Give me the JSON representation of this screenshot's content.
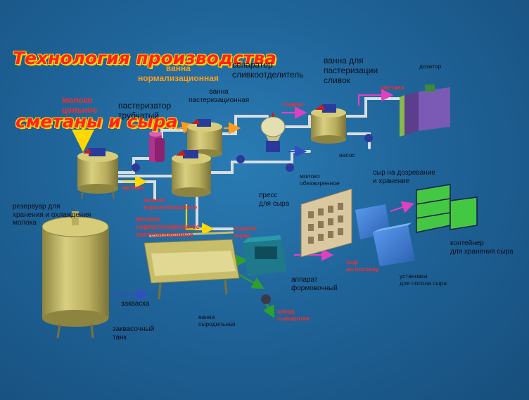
{
  "title": {
    "line1": "Технология производства",
    "line2": "сметаны и сыра"
  },
  "labels": {
    "milk_whole": "молоко\nцельное",
    "pasteurizer_tubular": "пастеризатор\nтрубчатый",
    "normalization_bath": "ванна\nнормализационная",
    "pasteurization_bath": "ванна\nпастеризационная",
    "separator": "сепаратор\nсливкоотделитель",
    "cream_pasteurization_bath": "ванна для\nпастеризации\nсливок",
    "dispenser": "дозатор",
    "sour_cream": "сметана",
    "cream": "сливки",
    "pump": "насос",
    "skim_milk": "молоко\nобезжиренное",
    "milk": "молоко",
    "milk_normalized": "молоко\nнормализованное",
    "storage_tank": "резервуар для\nхранения и охлаждения\nмолока",
    "milk_normalized_pasteurized": "молоко\nнормализовванное\nпастеризованное",
    "raw_grain": "сырное\nзерно",
    "cheese_press": "пресс\nдля сыра",
    "cheese_ripening": "сыр на дозревание\nи хранение",
    "cheese_container": "контейнер\nдля хранения сыра",
    "cheese_to_salting": "сыр\nна посолку",
    "salting_unit": "установка\nдля посола сыра",
    "moulding_apparatus": "аппарат\nформовочный",
    "starter": "закваска",
    "cheese_bath": "ванна\nсыродельная",
    "whey_drain": "отвод\nсыворотки",
    "starter_tank": "заквасочный\nтанк"
  },
  "colors": {
    "background": "#1f6499",
    "tank": "#c8bd6a",
    "tank_dark": "#8a8240",
    "title_red": "#ff2222",
    "title_outline": "#ffd200",
    "label_red": "#ff2a2a",
    "label_orange": "#ff9c1a",
    "arrow_yellow": "#ffd800",
    "arrow_orange": "#ff9a1a",
    "arrow_magenta": "#e040c0",
    "arrow_green": "#2ea02e",
    "motor_blue": "#2a3a9a",
    "blue_box": "#3f7fd8",
    "crate_green": "#44c844",
    "dispenser_purple": "#7a5ab4",
    "dispenser_green": "#8ab84a"
  }
}
